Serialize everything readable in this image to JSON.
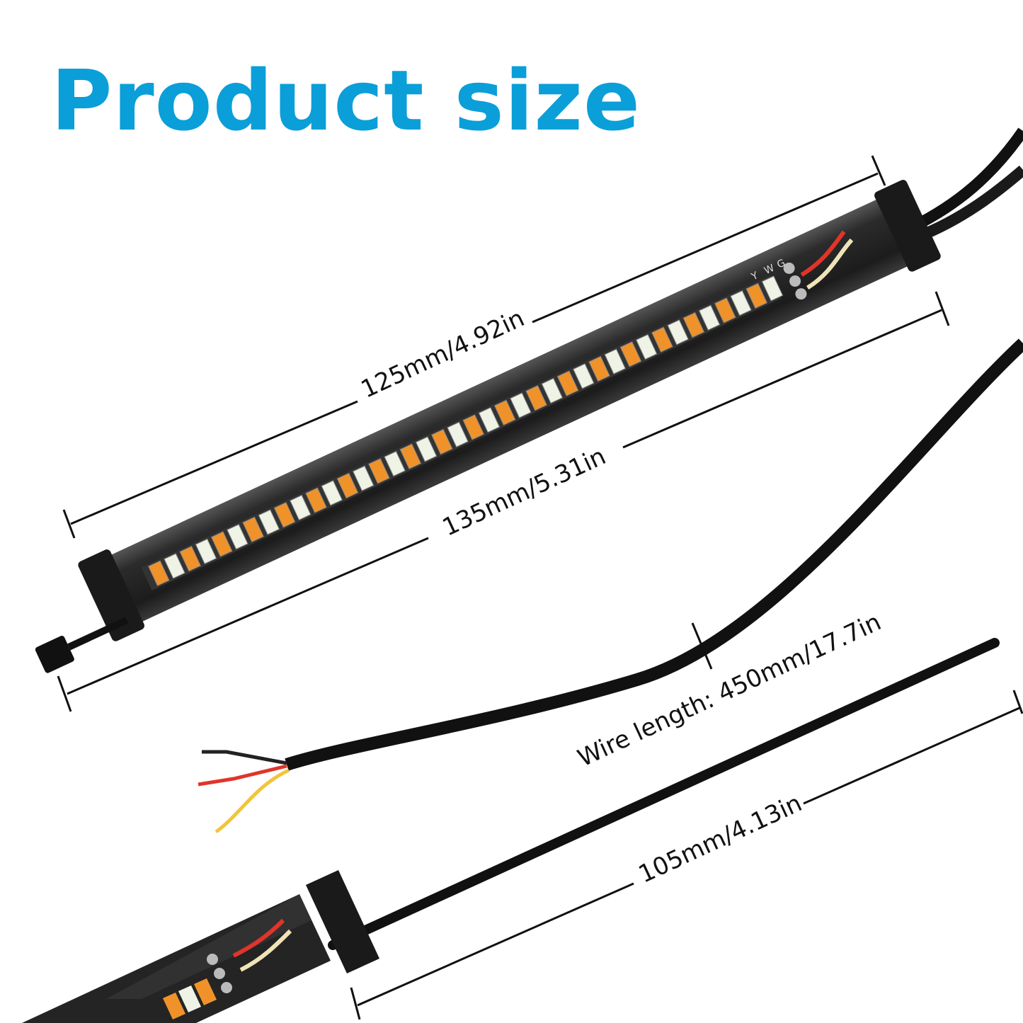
{
  "title": "Product size",
  "dimensions": {
    "inner_length": "125mm/4.92in",
    "total_length": "135mm/5.31in",
    "wire_length": "Wire length: 450mm/17.7in",
    "tail_length": "105mm/4.13in"
  },
  "board_labels": [
    "Y",
    "W",
    "G"
  ],
  "colors": {
    "title": "#0a9fd8",
    "led_amber": "#f0922a",
    "led_white": "#eef3e6",
    "housing": "#2a2a2a"
  }
}
